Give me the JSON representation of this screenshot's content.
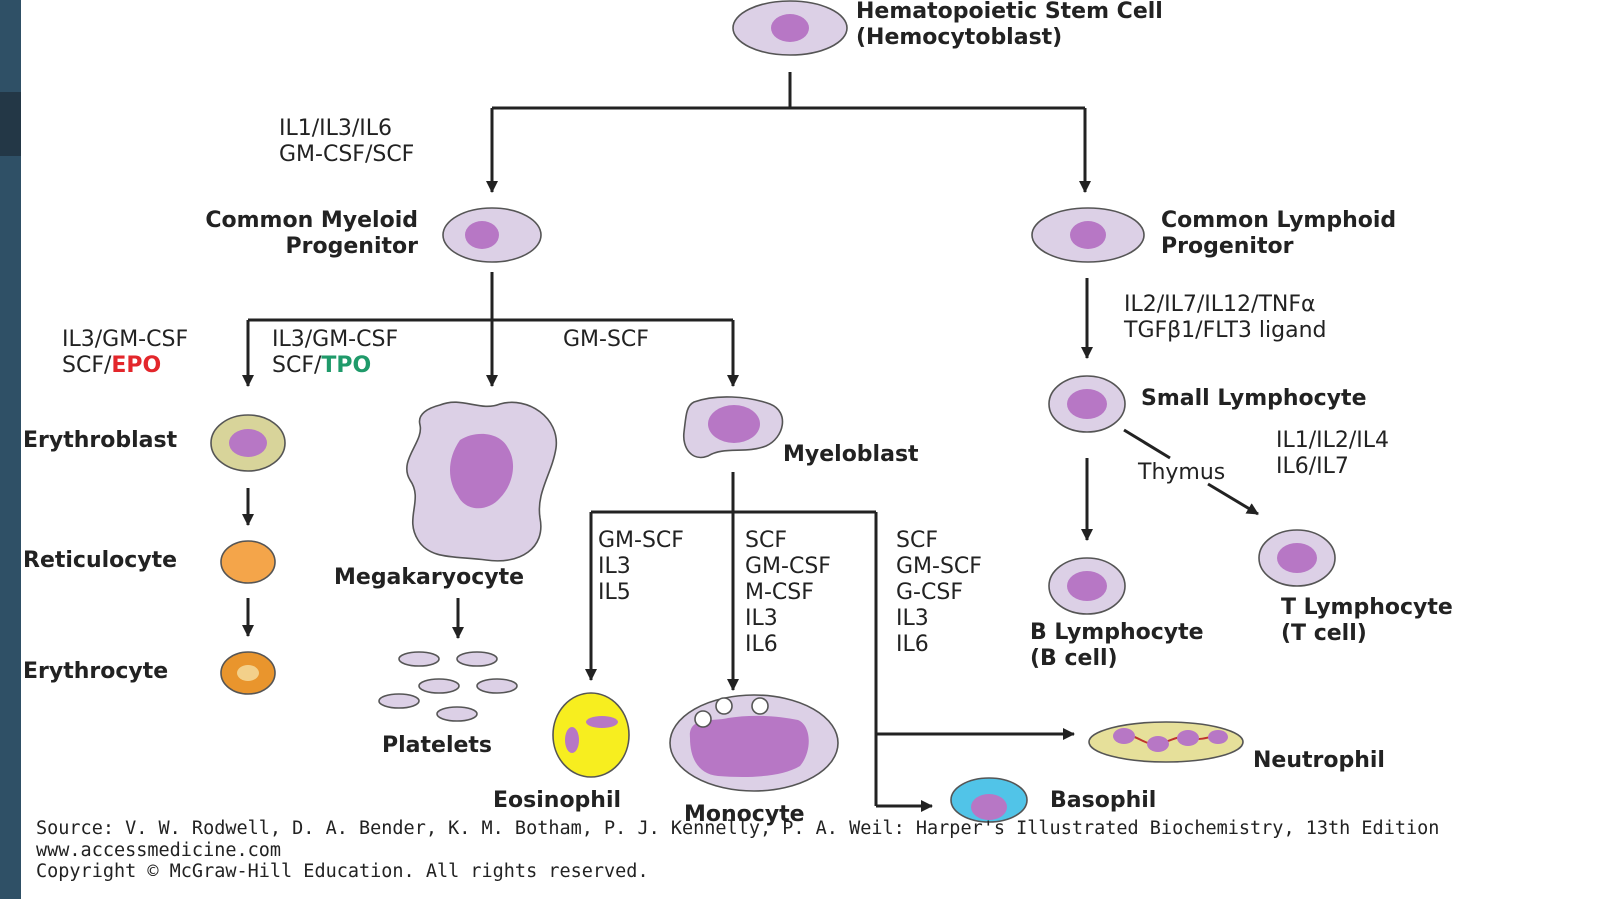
{
  "colors": {
    "cell_fill": "#dcd0e6",
    "nucleus": "#b777c5",
    "erythroblast_fill": "#d8d49a",
    "reticulocyte_fill": "#f4a54a",
    "erythrocyte_fill": "#e9952d",
    "eosinophil_fill": "#f7ee1f",
    "basophil_fill": "#51c4e8",
    "neutrophil_fill": "#e6e09a",
    "epo": "#e3262b",
    "tpo": "#1f9a6a",
    "sidebar": "#2f5066"
  },
  "cells": {
    "hsc": {
      "line1": "Hematopoietic Stem Cell",
      "line2": "(Hemocytoblast)"
    },
    "cmp": {
      "line1": "Common Myeloid",
      "line2": "Progenitor"
    },
    "clp": {
      "line1": "Common Lymphoid",
      "line2": "Progenitor"
    },
    "erythroblast": "Erythroblast",
    "reticulocyte": "Reticulocyte",
    "erythrocyte": "Erythrocyte",
    "megakaryocyte": "Megakaryocyte",
    "platelets": "Platelets",
    "myeloblast": "Myeloblast",
    "eosinophil": "Eosinophil",
    "monocyte": "Monocyte",
    "neutrophil": "Neutrophil",
    "basophil": "Basophil",
    "small_lymphocyte": "Small Lymphocyte",
    "b_lymphocyte": {
      "line1": "B Lymphocyte",
      "line2": "(B cell)"
    },
    "t_lymphocyte": {
      "line1": "T Lymphocyte",
      "line2": "(T cell)"
    },
    "thymus": "Thymus"
  },
  "factors": {
    "hsc_to_cmp": {
      "line1": "IL1/IL3/IL6",
      "line2": "GM-CSF/SCF"
    },
    "to_erythroblast": {
      "line1": "IL3/GM-CSF",
      "line2_prefix": "SCF/",
      "line2_highlight": "EPO"
    },
    "to_megakaryocyte": {
      "line1": "IL3/GM-CSF",
      "line2_prefix": "SCF/",
      "line2_highlight": "TPO"
    },
    "to_myeloblast": "GM-SCF",
    "to_small_lymphocyte": {
      "line1": "IL2/IL7/IL12/TNFα",
      "line2": "TGFβ1/FLT3 ligand"
    },
    "to_t_cell": {
      "line1": "IL1/IL2/IL4",
      "line2": "IL6/IL7"
    },
    "to_eosinophil": [
      "GM-SCF",
      "IL3",
      "IL5"
    ],
    "to_monocyte": [
      "SCF",
      "GM-CSF",
      "M-CSF",
      "IL3",
      "IL6"
    ],
    "to_neutrophil_basophil": [
      "SCF",
      "GM-SCF",
      "G-CSF",
      "IL3",
      "IL6"
    ]
  },
  "source": {
    "line1": "Source: V. W. Rodwell, D. A. Bender, K. M. Botham, P. J. Kennelly, P. A. Weil: Harper's Illustrated Biochemistry, 13th Edition",
    "line2": "www.accessmedicine.com",
    "line3": "Copyright © McGraw-Hill Education. All rights reserved."
  }
}
